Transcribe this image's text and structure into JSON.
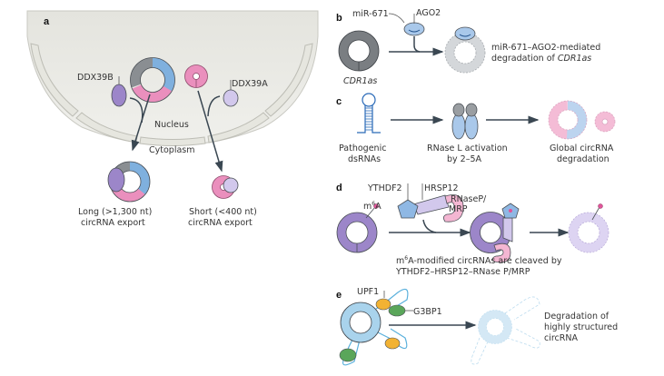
{
  "panels": {
    "a": {
      "label": "a",
      "nucleus": "Nucleus",
      "cytoplasm": "Cytoplasm",
      "ddx39b": "DDX39B",
      "ddx39a": "DDX39A",
      "long_line1": "Long (>1,300 nt)",
      "long_line2": "circRNA export",
      "short_line1": "Short (<400 nt)",
      "short_line2": "circRNA export"
    },
    "b": {
      "label": "b",
      "mir": "miR-671",
      "ago2": "AGO2",
      "cdr1as": "CDR1as",
      "result_line1": "miR-671–AGO2-mediated",
      "result_line2_prefix": "degradation of ",
      "result_line2_italic": "CDR1as"
    },
    "c": {
      "label": "c",
      "step1_line1": "Pathogenic",
      "step1_line2": "dsRNAs",
      "step2_line1": "RNase L activation",
      "step2_line2": "by 2–5A",
      "step3_line1": "Global circRNA",
      "step3_line2": "degradation"
    },
    "d": {
      "label": "d",
      "ythdf2": "YTHDF2",
      "hrsp12": "HRSP12",
      "rnasep1": "RNaseP/",
      "rnasep2": "MRP",
      "m6a_m": "m",
      "m6a_sup": "6",
      "m6a_a": "A",
      "caption1_m": "m",
      "caption1_sup": "6",
      "caption1_rest": "A-modified circRNAs are cleaved by",
      "caption2": "YTHDF2–HRSP12–RNase P/MRP"
    },
    "e": {
      "label": "e",
      "upf1": "UPF1",
      "g3bp1": "G3BP1",
      "result_line1": "Degradation of",
      "result_line2": "highly structured",
      "result_line3": "circRNA"
    }
  },
  "colors": {
    "grey": "#8a8e92",
    "blue": "#7fb0de",
    "pink": "#ea8fbd",
    "purple": "#9c86c9",
    "lavender": "#d2c8ec",
    "orange": "#f2b233",
    "green": "#5aa65a",
    "cyan": "#a9d3ec",
    "cell": "#ebebe6"
  }
}
